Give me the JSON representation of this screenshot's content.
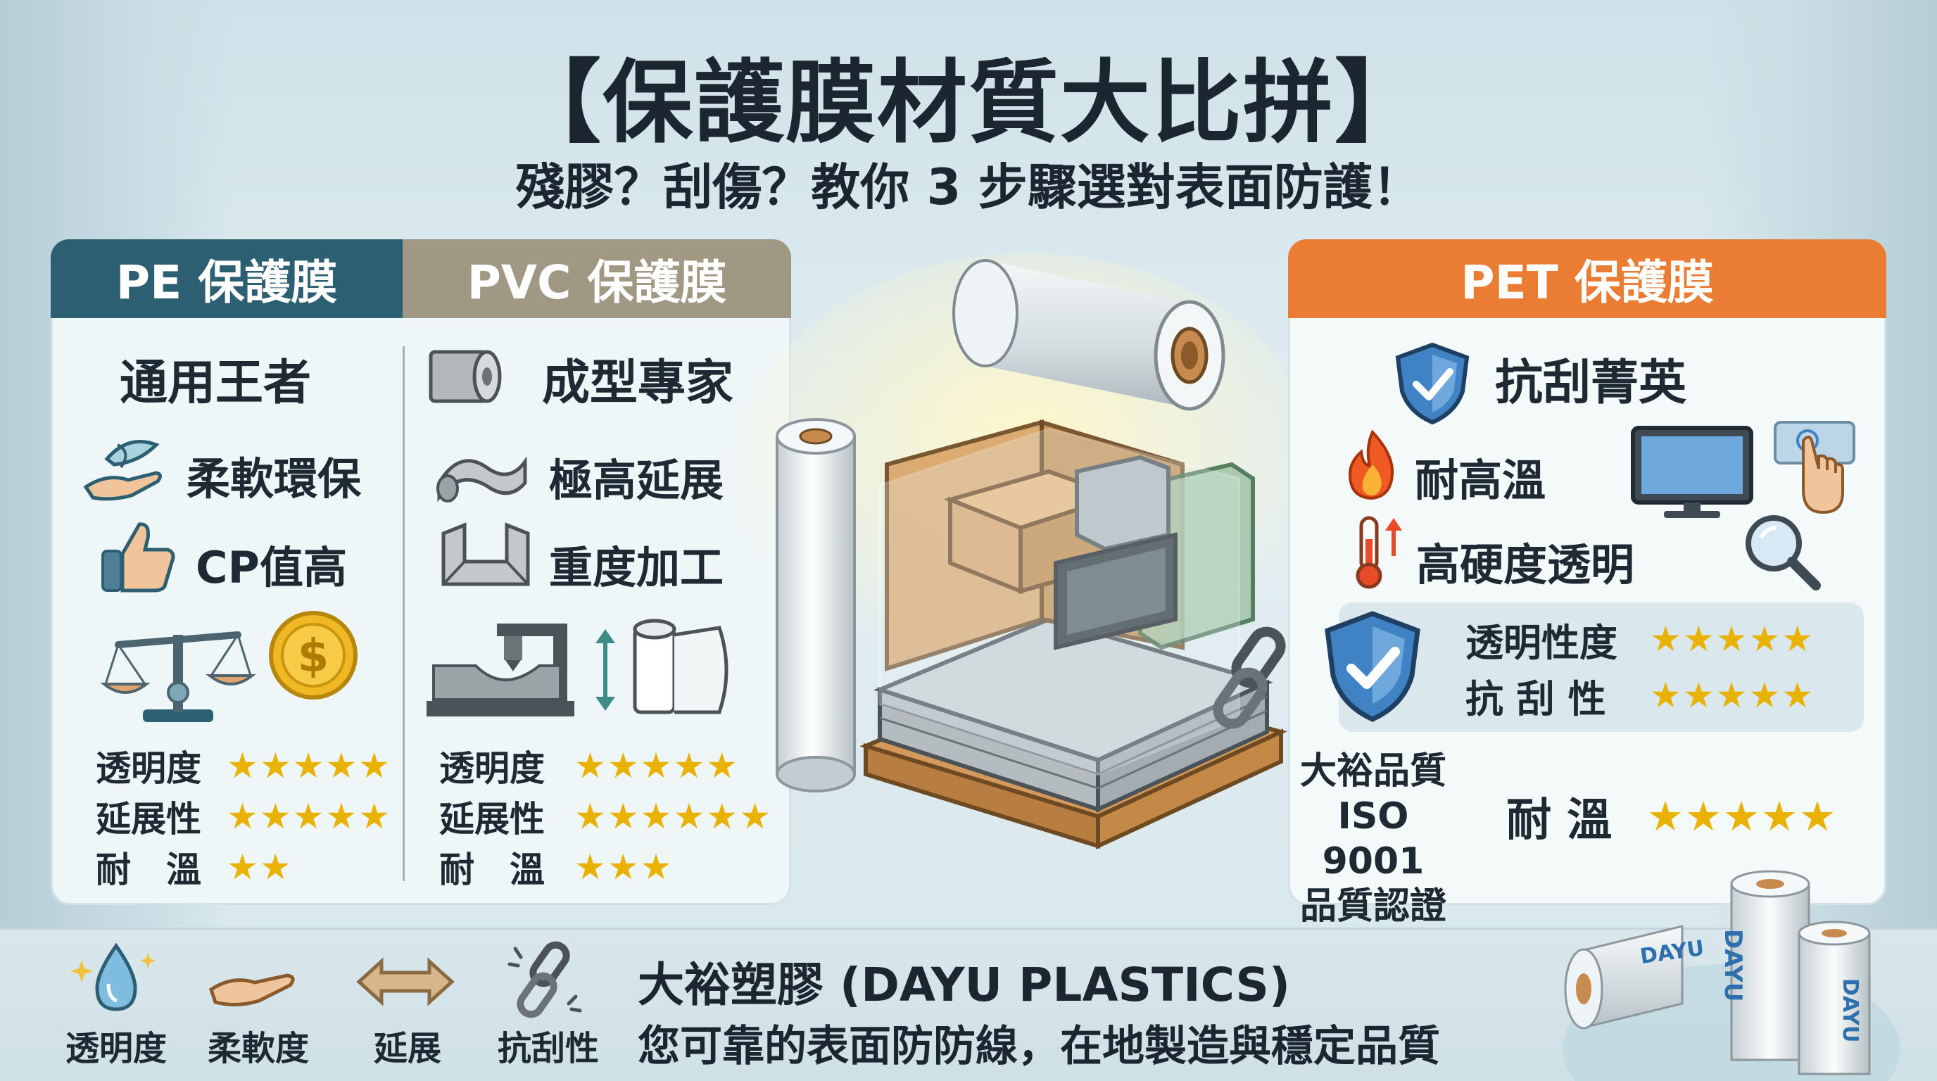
{
  "title": "【保護膜材質大比拼】",
  "subtitle": "殘膠？刮傷？教你 3 步驟選對表面防護！",
  "colors": {
    "pe_header": "#2d5f73",
    "pvc_header": "#a09883",
    "pet_header": "#ea7d33",
    "star": "#e9b200"
  },
  "pe": {
    "header": "PE 保護膜",
    "heading": "通用王者",
    "features": [
      "柔軟環保",
      "CP值高"
    ],
    "ratings": [
      {
        "label": "透明度",
        "stars": "★★★★★",
        "value": 5
      },
      {
        "label": "延展性",
        "stars": "★★★★★",
        "value": 5
      },
      {
        "label": "耐　溫",
        "stars": "★★",
        "value": 2
      }
    ]
  },
  "pvc": {
    "header": "PVC 保護膜",
    "heading": "成型專家",
    "features": [
      "極高延展",
      "重度加工"
    ],
    "ratings": [
      {
        "label": "透明度",
        "stars": "★★★★★",
        "value": 5
      },
      {
        "label": "延展性",
        "stars": "★★★★★★",
        "value": 6
      },
      {
        "label": "耐　溫",
        "stars": "★★★",
        "value": 3
      }
    ]
  },
  "pet": {
    "header": "PET 保護膜",
    "heading": "抗刮菁英",
    "features": [
      "耐高溫",
      "高硬度透明"
    ],
    "ratings": [
      {
        "label": "透明性度",
        "stars": "★★★★★",
        "value": 5
      },
      {
        "label": "抗 刮 性",
        "stars": "★★★★★",
        "value": 5
      }
    ],
    "cert": [
      "大裕品質",
      "ISO 9001",
      "品質認證"
    ],
    "heat_label": "耐 溫",
    "heat_stars": "★★★★★",
    "heat_value": 5
  },
  "legend": [
    {
      "label": "透明度",
      "icon": "water-drop-icon"
    },
    {
      "label": "柔軟度",
      "icon": "hand-icon"
    },
    {
      "label": "延展",
      "icon": "double-arrow-icon"
    },
    {
      "label": "抗刮性",
      "icon": "chain-link-icon"
    }
  ],
  "brand": {
    "name": "大裕塑膠 (DAYU PLASTICS)",
    "tagline": "您可靠的表面防防線，在地製造與穩定品質",
    "roll_label": "DAYU"
  }
}
